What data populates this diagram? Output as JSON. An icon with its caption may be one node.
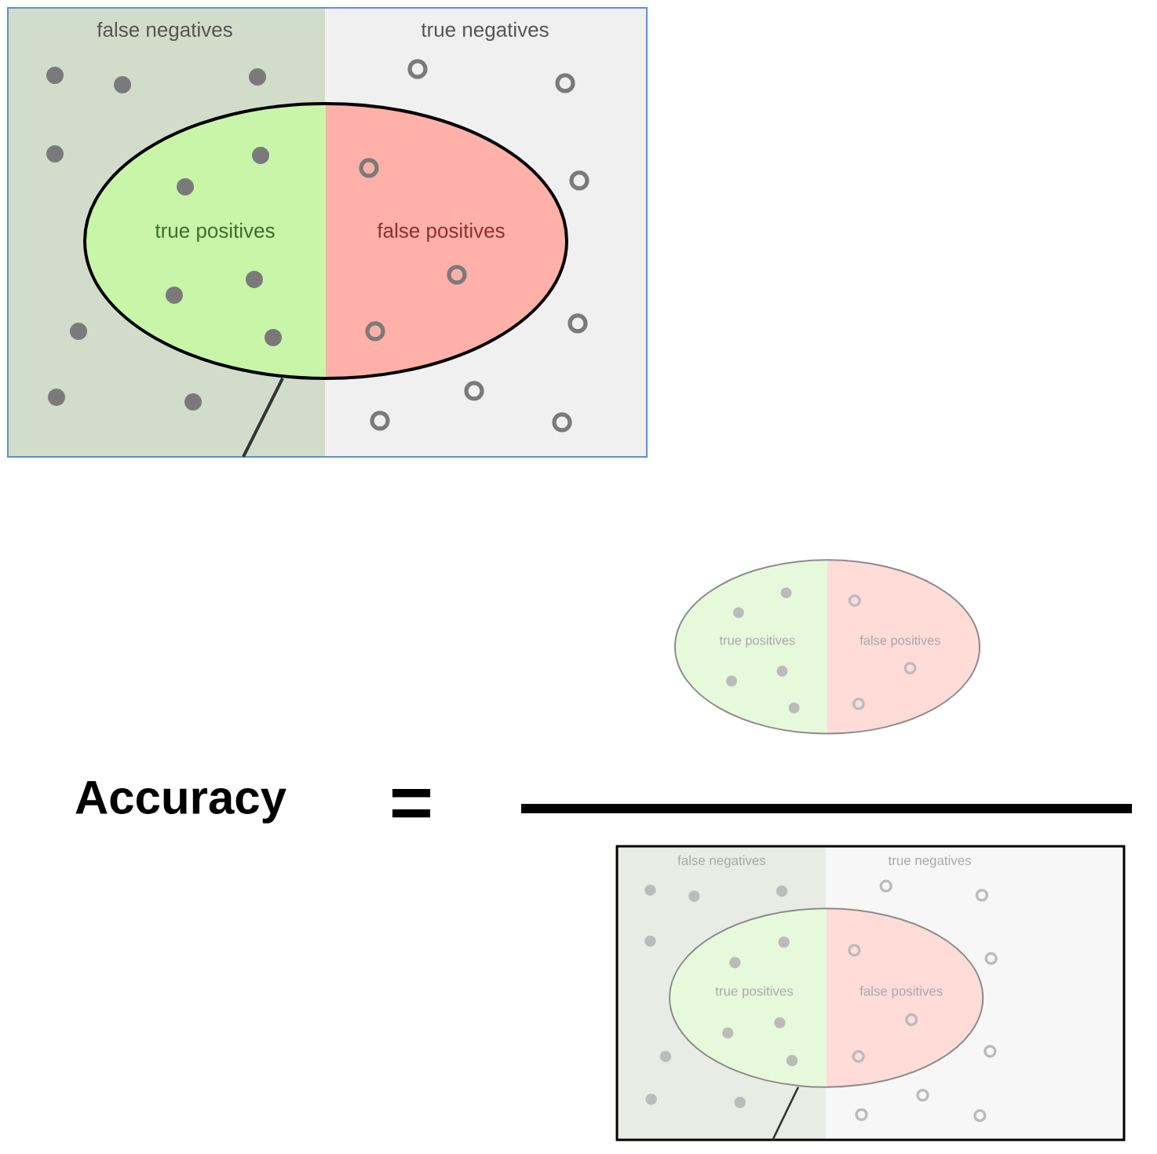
{
  "diagram": {
    "nodes": [
      {
        "text": [
          "false negatives"
        ]
      },
      {
        "text": [
          "true negatives"
        ]
      },
      {
        "text": [
          "true positives"
        ],
        "in": 0
      },
      {
        "text": [
          "false positives"
        ],
        "in": 1
      },
      {
        "text": [
          "true positives"
        ]
      },
      {
        "text": [
          "false positives"
        ]
      },
      {
        "text": [
          "false negatives"
        ]
      },
      {
        "text": [
          "true negatives"
        ]
      },
      {
        "text": [
          "true positives"
        ],
        "in": 6
      },
      {
        "text": [
          "false positives"
        ],
        "in": 7
      }
    ],
    "labels": [
      "Accuracy",
      "="
    ]
  }
}
